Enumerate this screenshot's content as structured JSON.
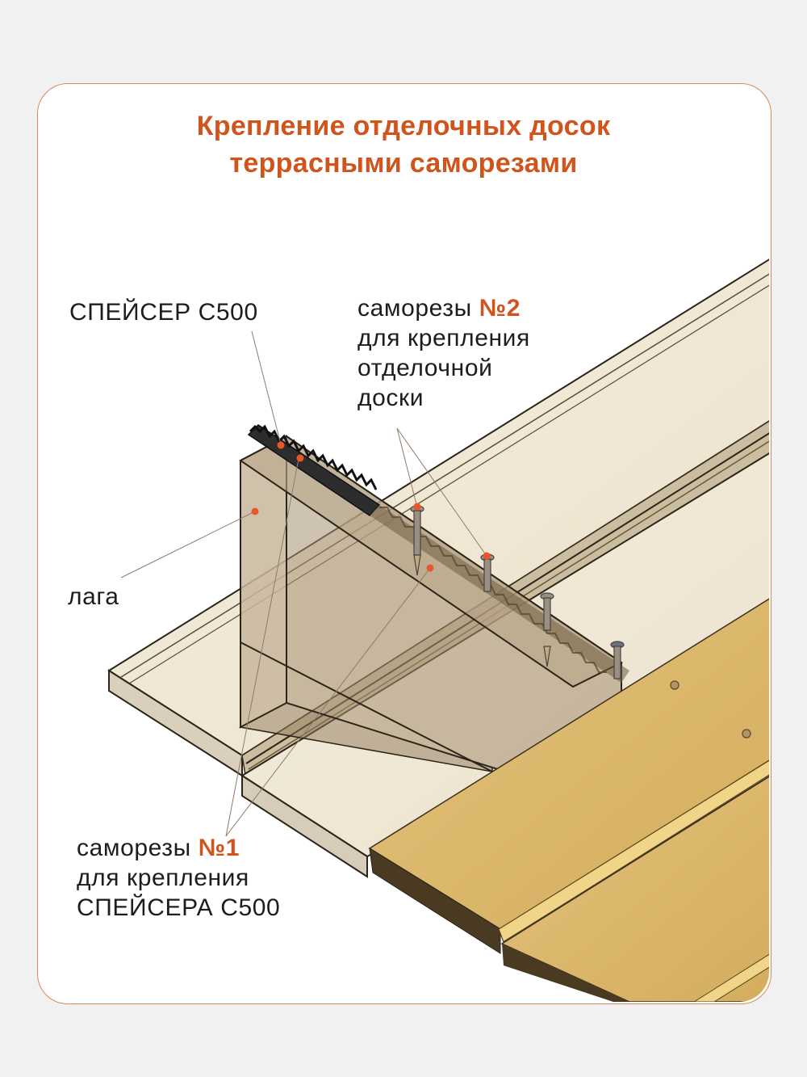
{
  "title": {
    "line1": "Крепление отделочных досок",
    "line2": "террасными саморезами"
  },
  "labels": {
    "spacer": "СПЕЙСЕР С500",
    "screws2": {
      "prefix": "саморезы ",
      "number": "№2",
      "line2": "для крепления",
      "line3": "отделочной",
      "line4": "доски"
    },
    "joist": "лага",
    "screws1": {
      "prefix": "саморезы ",
      "number": "№1",
      "line2": "для крепления",
      "line3": "СПЕЙСЕРА С500"
    }
  },
  "colors": {
    "accent": "#d1541d",
    "card_border": "#d9885a",
    "background": "#f1f1f1",
    "board_transparent": "#efe6d3",
    "board_wood": "#deb867",
    "board_edge": "#4a3a22",
    "joist": "#b49e82",
    "marker": "#e8572a"
  },
  "components": [
    "spacer-c500",
    "screw-no1",
    "screw-no2",
    "joist",
    "decking-board-transparent",
    "decking-board-wood"
  ]
}
